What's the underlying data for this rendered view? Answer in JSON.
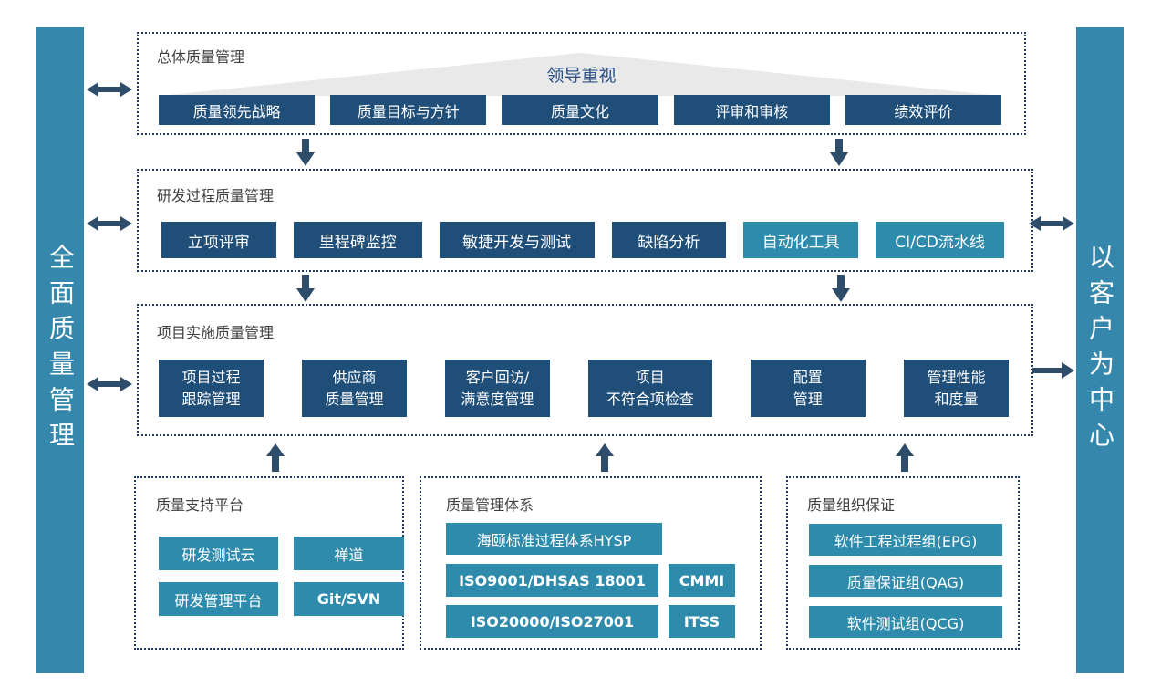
{
  "colors": {
    "navy_pill": "#1F4E79",
    "teal_pill": "#2E8BAB",
    "sidebar": "#3587AB",
    "arrow": "#2E4D6B",
    "dotted_border": "#1F3864",
    "triangle_fill": "#E9E9E9",
    "triangle_text": "#2D5186",
    "title_text": "#3F3F3F"
  },
  "sidebars": {
    "left": {
      "label": "全面质量管理"
    },
    "right": {
      "label": "以客户为中心"
    }
  },
  "sections": {
    "overall": {
      "title": "总体质量管理",
      "triangle_label": "领导重视",
      "buttons": [
        "质量领先战略",
        "质量目标与方针",
        "质量文化",
        "评审和审核",
        "绩效评价"
      ]
    },
    "rd_process": {
      "title": "研发过程质量管理",
      "buttons": [
        "立项评审",
        "里程碑监控",
        "敏捷开发与测试",
        "缺陷分析",
        "自动化工具",
        "CI/CD流水线"
      ]
    },
    "project_impl": {
      "title": "项目实施质量管理",
      "buttons": [
        {
          "line1": "项目过程",
          "line2": "跟踪管理"
        },
        {
          "line1": "供应商",
          "line2": "质量管理"
        },
        {
          "line1": "客户回访/",
          "line2": "满意度管理"
        },
        {
          "line1": "项目",
          "line2": "不符合项检查"
        },
        {
          "line1": "配置",
          "line2": "管理"
        },
        {
          "line1": "管理性能",
          "line2": "和度量"
        }
      ]
    },
    "support_platform": {
      "title": "质量支持平台",
      "buttons": [
        "研发测试云",
        "禅道",
        "研发管理平台",
        "Git/SVN"
      ]
    },
    "qms": {
      "title": "质量管理体系",
      "buttons": [
        "海颐标准过程体系HYSP",
        "ISO9001/DHSAS 18001",
        "CMMI",
        "ISO20000/ISO27001",
        "ITSS"
      ]
    },
    "org": {
      "title": "质量组织保证",
      "buttons": [
        "软件工程过程组(EPG)",
        "质量保证组(QAG)",
        "软件测试组(QCG)"
      ]
    }
  }
}
